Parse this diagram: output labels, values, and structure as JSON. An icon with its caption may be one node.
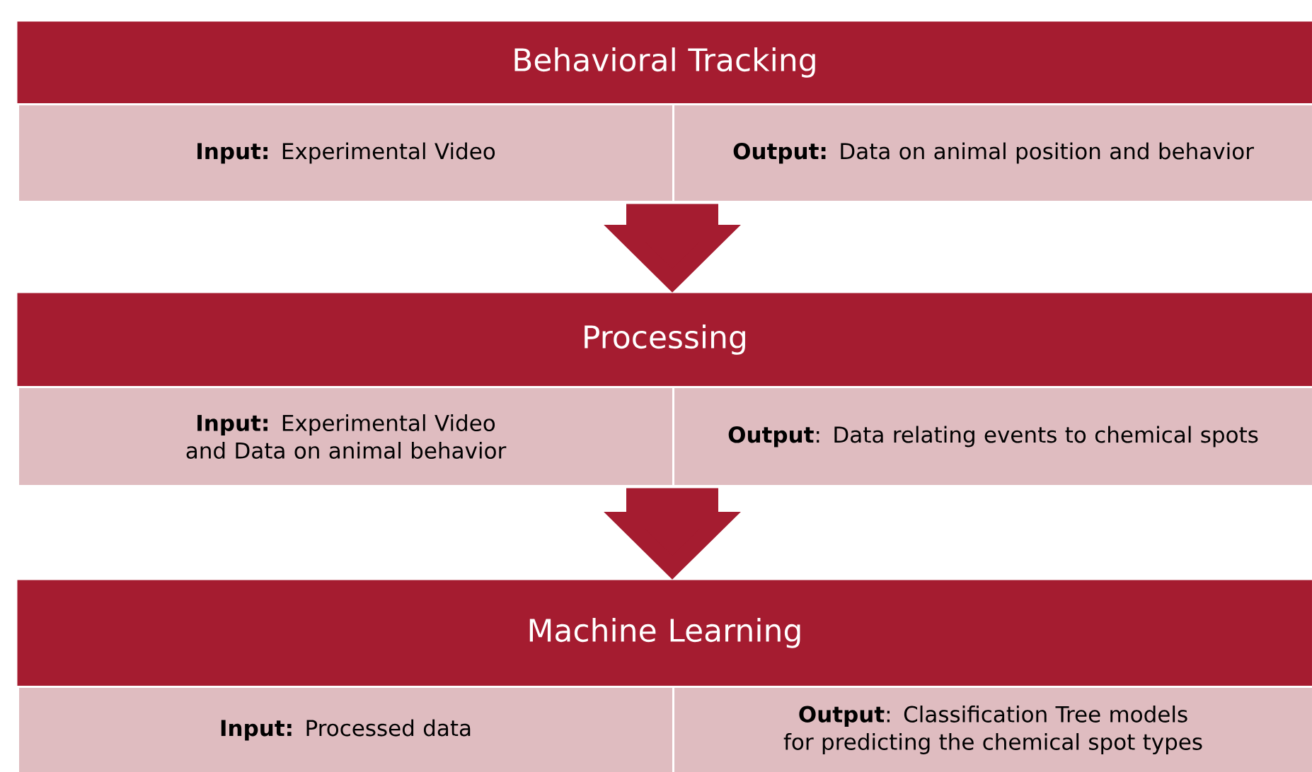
{
  "diagram": {
    "nodes": [
      {
        "text": [
          "Behavioral Tracking"
        ]
      },
      {
        "text": [
          "**Input:** Experimental Video"
        ]
      },
      {
        "text": [
          "**Output:** Data on animal position and behavior"
        ]
      },
      {
        "text": [
          "Processing"
        ]
      },
      {
        "text": [
          "**Input:** Experimental Video and Data on animal behavior"
        ]
      },
      {
        "text": [
          "**Output**: Data relating events to chemical spots"
        ]
      },
      {
        "text": [
          "Machine Learning"
        ]
      },
      {
        "text": [
          "**Input:** Processed data"
        ]
      },
      {
        "text": [
          "**Output**: Classification Tree models for predicting the chemical spot types"
        ]
      }
    ],
    "edges": [
      {
        "from": 2,
        "to": 3,
        "arrow": "to"
      },
      {
        "from": 5,
        "to": 6,
        "arrow": "to"
      }
    ]
  }
}
